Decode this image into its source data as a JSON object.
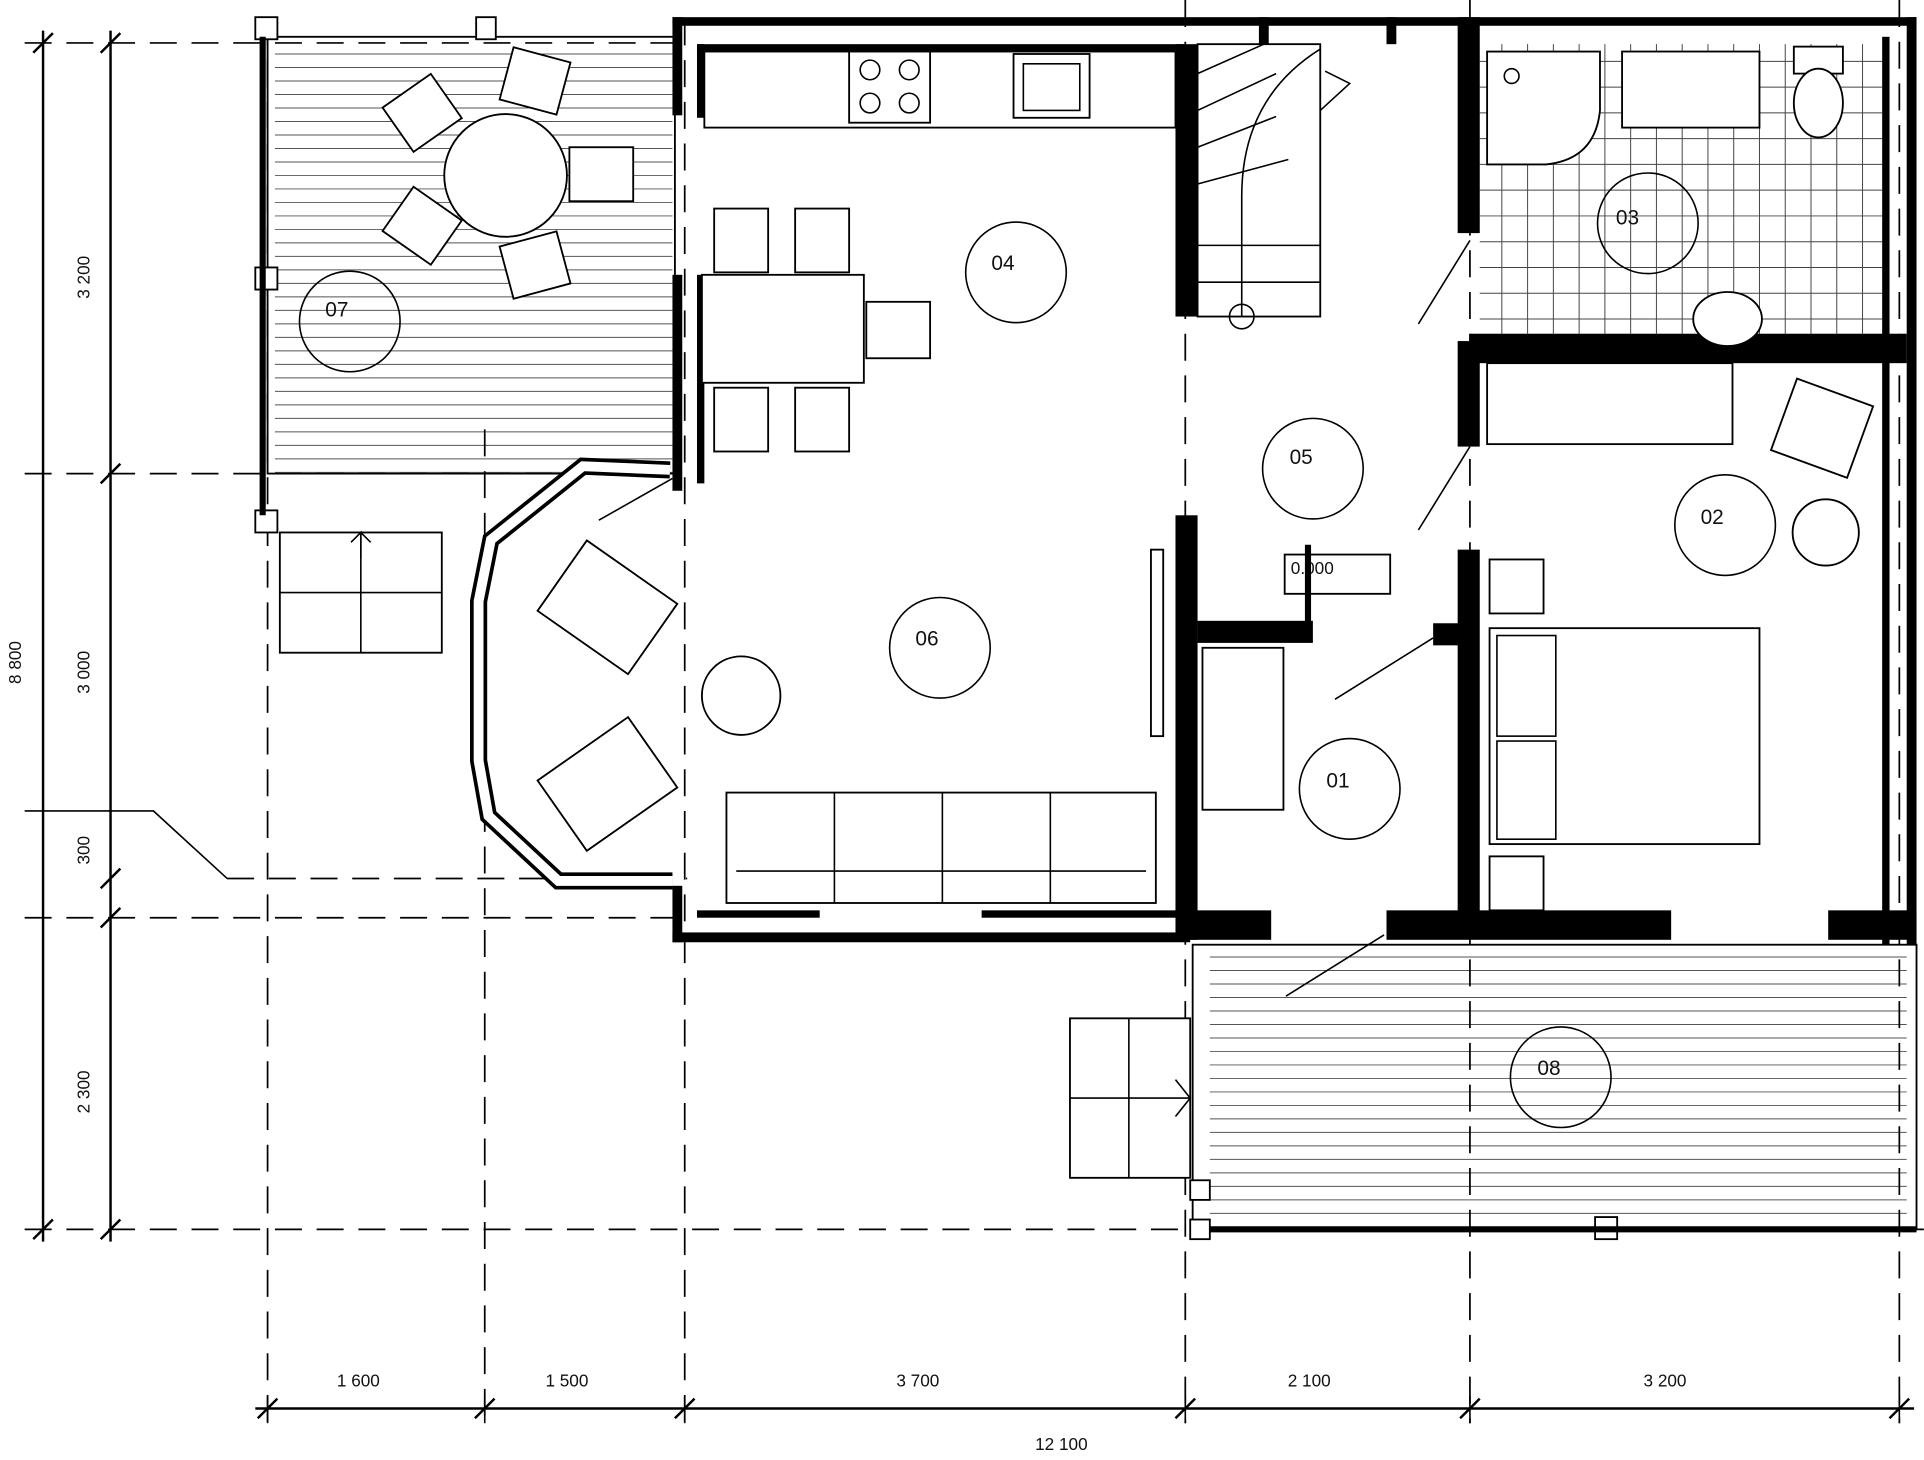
{
  "plan": {
    "rooms": [
      {
        "id": "01"
      },
      {
        "id": "02"
      },
      {
        "id": "03"
      },
      {
        "id": "04"
      },
      {
        "id": "05"
      },
      {
        "id": "06"
      },
      {
        "id": "07"
      },
      {
        "id": "08"
      }
    ],
    "level_mark": "0.000"
  },
  "dimensions": {
    "bottom": [
      "1 600",
      "1 500",
      "3 700",
      "2 100",
      "3 200"
    ],
    "bottom_total": "12 100",
    "left": [
      "3 200",
      "3 000",
      "300",
      "2 300"
    ],
    "left_total": "8 800"
  }
}
